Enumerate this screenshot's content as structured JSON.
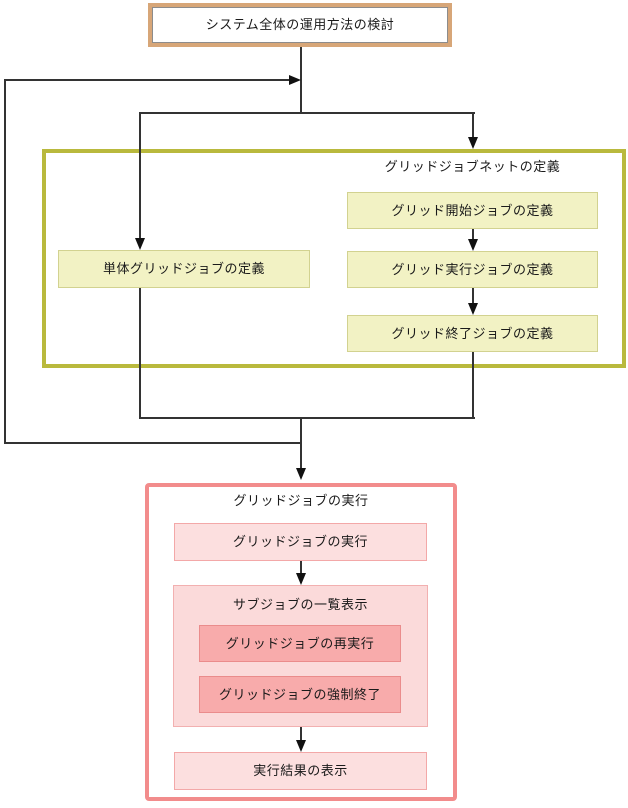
{
  "diagram": {
    "title_box": {
      "label": "システム全体の運用方法の検討"
    },
    "definition_group": {
      "title": "グリッドジョブネットの定義",
      "standalone": {
        "label": "単体グリッドジョブの定義"
      },
      "steps": [
        {
          "label": "グリッド開始ジョブの定義"
        },
        {
          "label": "グリッド実行ジョブの定義"
        },
        {
          "label": "グリッド終了ジョブの定義"
        }
      ]
    },
    "execution_group": {
      "title": "グリッドジョブの実行",
      "run": {
        "label": "グリッドジョブの実行"
      },
      "subjob_panel": {
        "title": "サブジョブの一覧表示",
        "actions": [
          {
            "label": "グリッドジョブの再実行"
          },
          {
            "label": "グリッドジョブの強制終了"
          }
        ]
      },
      "result": {
        "label": "実行結果の表示"
      }
    },
    "colors": {
      "title_box_border": "#d7a678",
      "definition_group_border": "#b9b93d",
      "definition_item_fill": "#f2f2c4",
      "definition_item_border": "#d2d290",
      "execution_group_border": "#f28c8c",
      "execution_item_fill": "#fcdfdf",
      "execution_item_border": "#f3a8a8",
      "subjob_panel_fill": "#fbdada",
      "action_item_fill": "#f8abab",
      "action_item_border": "#ea8c8c",
      "connector": "#333333"
    }
  }
}
